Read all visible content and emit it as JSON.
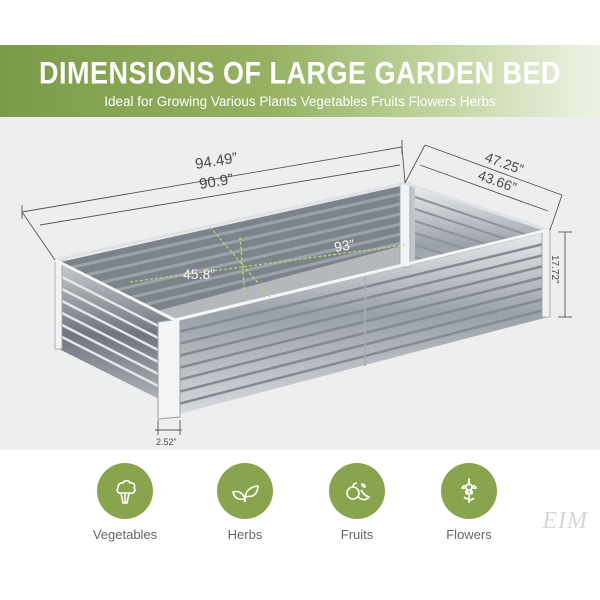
{
  "header": {
    "title": "DIMENSIONS OF LARGE GARDEN BED",
    "subtitle": "Ideal for Growing Various Plants Vegetables Fruits Flowers Herbs"
  },
  "dimensions": {
    "outer_length": "94.49”",
    "inner_length": "90.9”",
    "outer_width": "47.25”",
    "inner_width": "43.66”",
    "height": "17.72”",
    "diagonal_length": "93”",
    "diagonal_width": "45.8”",
    "corner_post": "2.52”"
  },
  "features": [
    {
      "label": "Vegetables",
      "icon": "vegetables-icon"
    },
    {
      "label": "Herbs",
      "icon": "herbs-icon"
    },
    {
      "label": "Fruits",
      "icon": "fruits-icon"
    },
    {
      "label": "Flowers",
      "icon": "flowers-icon"
    }
  ],
  "watermark": "EIM",
  "colors": {
    "accent_green": "#88a54e",
    "banner_text": "#ffffff"
  }
}
